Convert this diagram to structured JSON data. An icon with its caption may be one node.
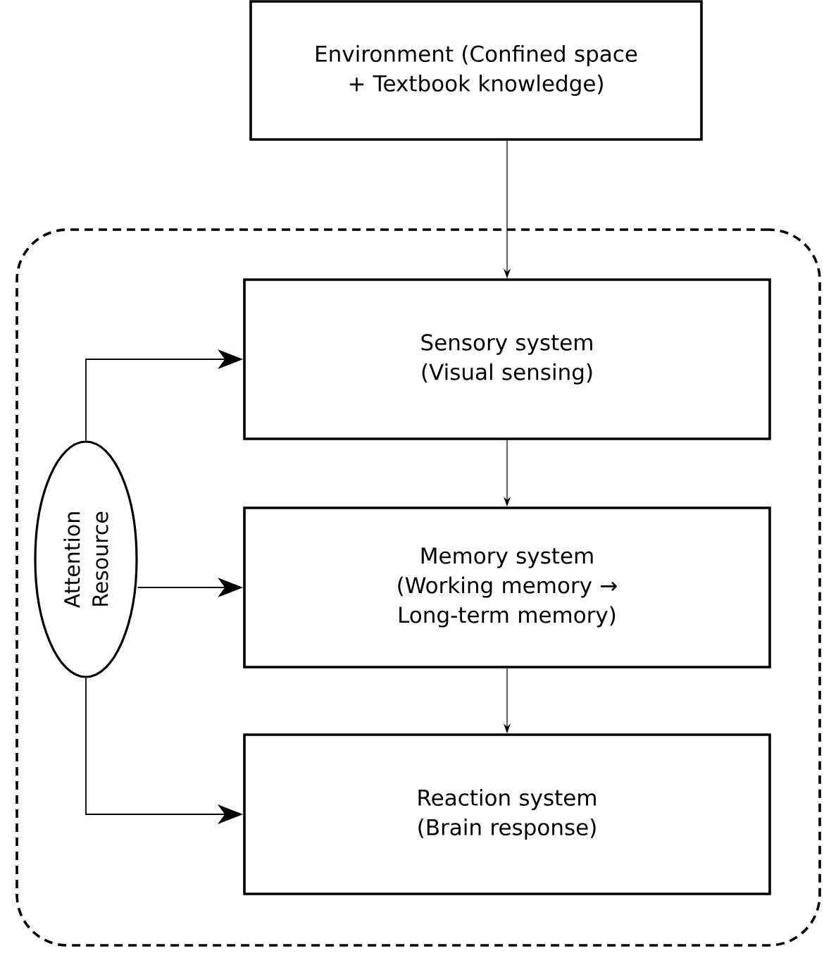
{
  "diagram": {
    "nodes": [
      {
        "text": [
          "Environment (Confined space + Textbook knowledge)"
        ]
      },
      {
        "text": [],
        "shape": "box"
      },
      {
        "text": [
          "Sensory system",
          "(Visual sensing)"
        ],
        "in": 1
      },
      {
        "text": [
          "Memory system",
          "(Working memory → Long-term memory)"
        ],
        "in": 1
      },
      {
        "text": [
          "Reaction system",
          "(Brain response)"
        ],
        "in": 1
      },
      {
        "text": [
          "Attention Resource"
        ],
        "in": 1
      }
    ],
    "edges": [
      {
        "from": 0,
        "to": 2,
        "arrow": "to"
      },
      {
        "from": 2,
        "to": 3,
        "arrow": "to"
      },
      {
        "from": 3,
        "to": 4,
        "arrow": "to"
      },
      {
        "from": 5,
        "to": 2,
        "arrow": "to"
      },
      {
        "from": 5,
        "to": 3,
        "arrow": "to"
      },
      {
        "from": 5,
        "to": 4,
        "arrow": "to"
      }
    ]
  }
}
